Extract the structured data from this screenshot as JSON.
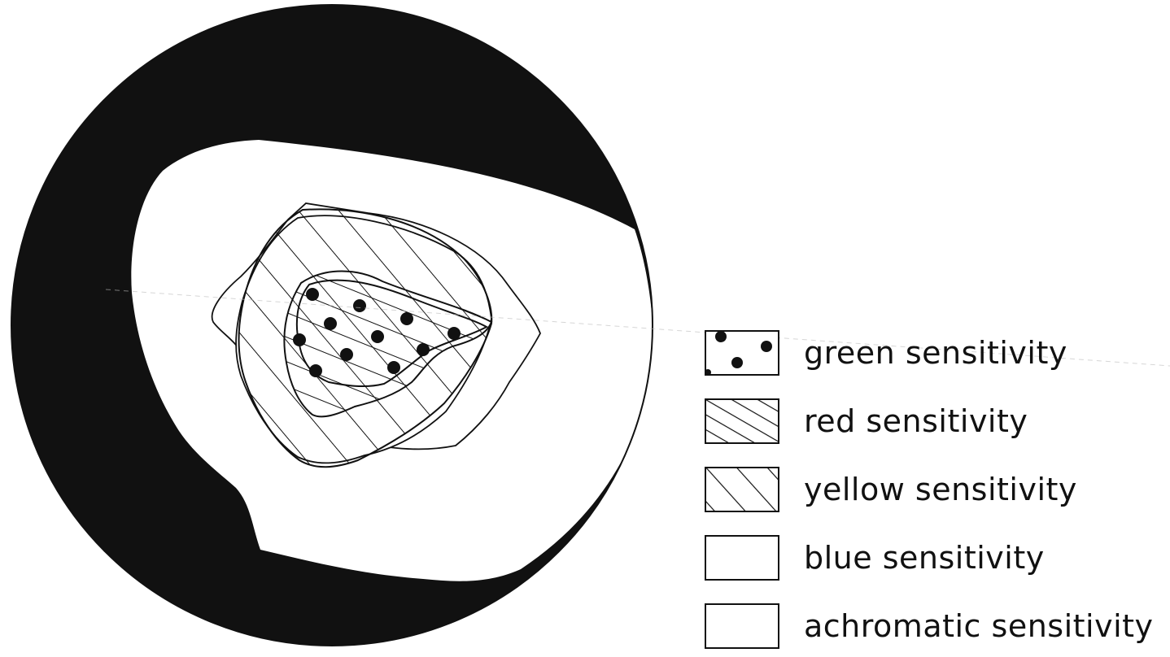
{
  "legend": {
    "items": [
      {
        "label": "green sensitivity"
      },
      {
        "label": "red sensitivity"
      },
      {
        "label": "yellow sensitivity"
      },
      {
        "label": "blue sensitivity"
      },
      {
        "label": "achromatic sensitivity"
      }
    ]
  },
  "colors": {
    "ink": "#111111",
    "paper": "#ffffff"
  }
}
